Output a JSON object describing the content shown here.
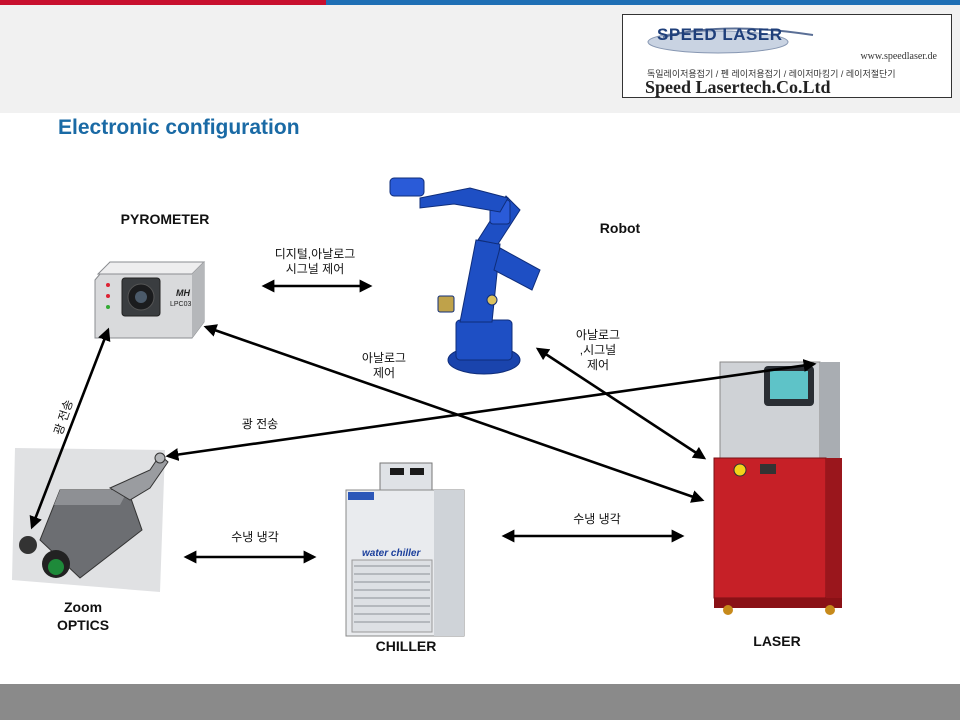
{
  "title": "Electronic configuration",
  "logo": {
    "brand": "SPEED LASER",
    "url": "www.speedlaser.de",
    "tagline": "독일레이저용접기 / 펜 레이저용접기 / 레이저마킹기 / 레이저절단기",
    "company": "Speed Lasertech.Co.Ltd"
  },
  "devices": {
    "pyrometer": "PYROMETER",
    "pyrometer_badge": "LPC03",
    "robot": "Robot",
    "zoom_optics_line1": "Zoom",
    "zoom_optics_line2": "OPTICS",
    "chiller": "CHILLER",
    "chiller_brand": "water chiller",
    "laser": "LASER"
  },
  "connections": {
    "pyro_robot_line1": "디지털,아날로그",
    "pyro_robot_line2": "시그널 제어",
    "pyro_laser_line1": "아날로그",
    "pyro_laser_line2": "제어",
    "robot_laser_line1": "아날로그",
    "robot_laser_line2": ",시그널",
    "robot_laser_line3": "제어",
    "optics_laser": "광 전송",
    "optics_pyro": "광 전송",
    "optics_chiller": "수냉 냉각",
    "chiller_laser": "수냉 냉각"
  }
}
